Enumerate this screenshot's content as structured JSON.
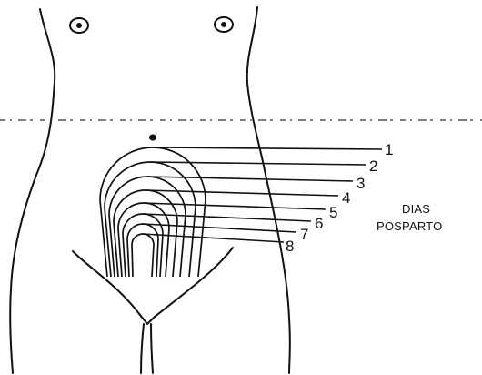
{
  "caption": {
    "line1": "DIAS",
    "line2": "POSPARTO"
  },
  "day_labels": [
    "1",
    "2",
    "3",
    "4",
    "5",
    "6",
    "7",
    "8"
  ]
}
